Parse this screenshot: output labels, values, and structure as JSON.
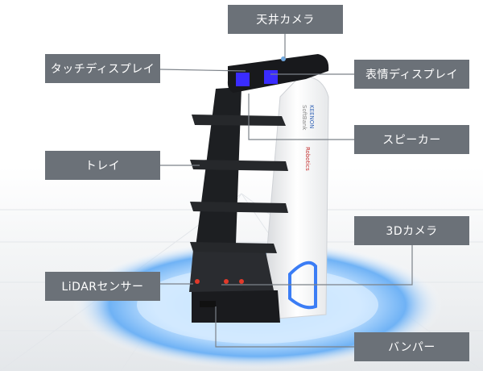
{
  "labels": {
    "ceiling_camera": "天井カメラ",
    "touch_display": "タッチディスプレイ",
    "face_display": "表情ディスプレイ",
    "speaker": "スピーカー",
    "tray": "トレイ",
    "camera_3d": "3Dカメラ",
    "lidar": "LiDARセンサー",
    "bumper": "バンパー"
  },
  "robot_branding": [
    "KEENON",
    "SoftBank",
    "Robotics"
  ],
  "colors": {
    "label_bg": "#6b7178",
    "glow": "#3d8bf0",
    "display": "#3a2cff"
  }
}
